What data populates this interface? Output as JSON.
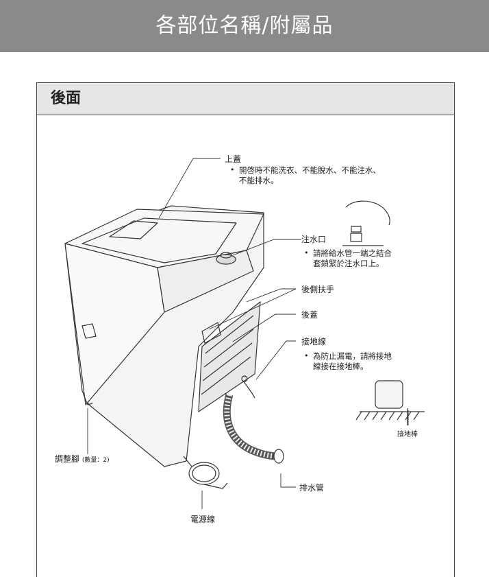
{
  "banner": {
    "title": "各部位名稱/附屬品"
  },
  "section": {
    "title": "後面"
  },
  "labels": {
    "top_lid": "上蓋",
    "top_lid_note_1": "開啓時不能洗衣、不能脫水、不能注水、",
    "top_lid_note_2": "不能排水。",
    "water_inlet": "注水口",
    "water_inlet_note_1": "請將給水管一端之結合",
    "water_inlet_note_2": "套鎖緊於注水口上。",
    "rear_handle": "後側扶手",
    "rear_cover": "後蓋",
    "ground_wire": "接地線",
    "ground_wire_note_1": "為防止漏電，請將接地",
    "ground_wire_note_2": "線接在接地棒。",
    "ground_rod": "接地棒",
    "adjust_feet": "調整腳",
    "adjust_feet_qty": "(數量：2)",
    "drain_hose": "排水管",
    "power_cord": "電源線"
  },
  "colors": {
    "banner_bg": "#8a8a8a",
    "panel_head_bg": "#e6e6e6"
  }
}
